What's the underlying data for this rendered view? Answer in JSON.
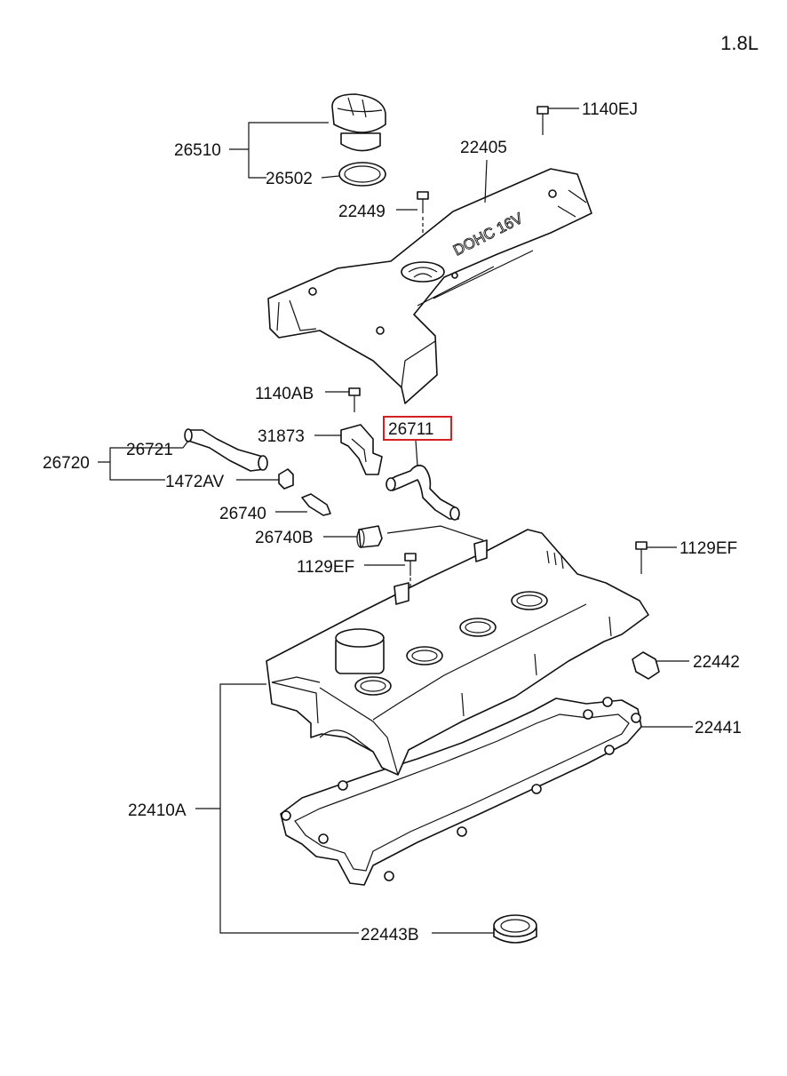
{
  "engine_label": "1.8L",
  "cover_embossing": "DOHC 16V",
  "highlighted_part": "26711",
  "highlight_color": "#d42020",
  "parts": [
    {
      "id": "p26510",
      "label": "26510"
    },
    {
      "id": "p26502",
      "label": "26502"
    },
    {
      "id": "p1140EJ",
      "label": "1140EJ"
    },
    {
      "id": "p22405",
      "label": "22405"
    },
    {
      "id": "p22449",
      "label": "22449"
    },
    {
      "id": "p1140AB",
      "label": "1140AB"
    },
    {
      "id": "p31873",
      "label": "31873"
    },
    {
      "id": "p26711",
      "label": "26711"
    },
    {
      "id": "p26721",
      "label": "26721"
    },
    {
      "id": "p26720",
      "label": "26720"
    },
    {
      "id": "p1472AV",
      "label": "1472AV"
    },
    {
      "id": "p26740",
      "label": "26740"
    },
    {
      "id": "p26740B",
      "label": "26740B"
    },
    {
      "id": "p1129EF_a",
      "label": "1129EF"
    },
    {
      "id": "p1129EF_b",
      "label": "1129EF"
    },
    {
      "id": "p22442",
      "label": "22442"
    },
    {
      "id": "p22441",
      "label": "22441"
    },
    {
      "id": "p22410A",
      "label": "22410A"
    },
    {
      "id": "p22443B",
      "label": "22443B"
    }
  ]
}
